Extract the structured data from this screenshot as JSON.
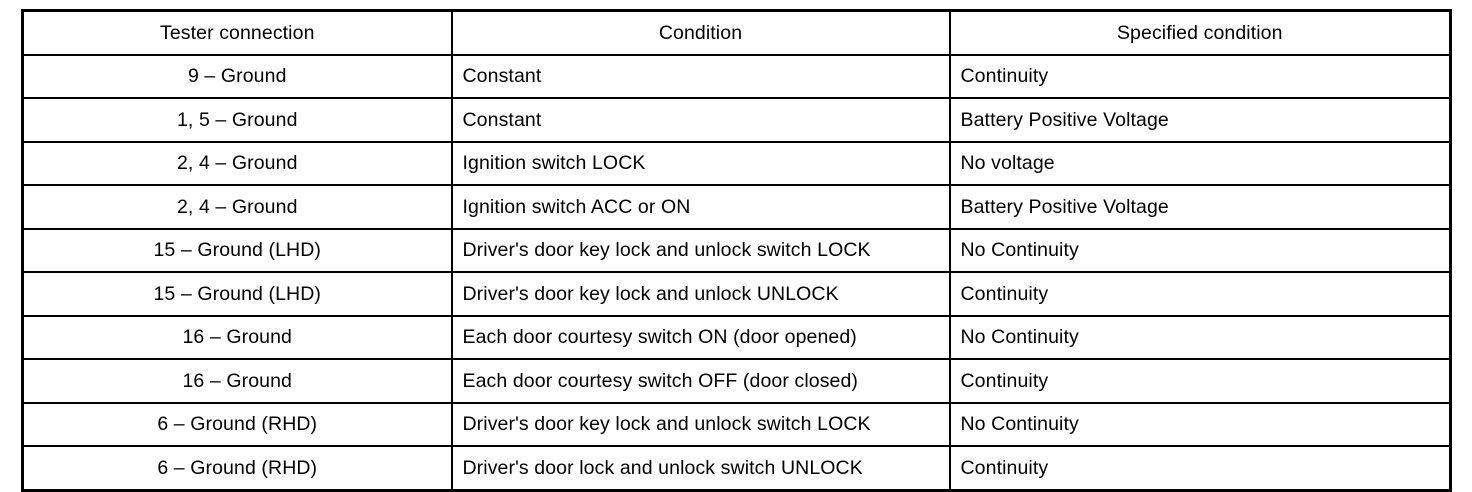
{
  "table": {
    "name": "electrical-spec-table",
    "columns": [
      {
        "key": "tester",
        "label": "Tester connection"
      },
      {
        "key": "condition",
        "label": "Condition"
      },
      {
        "key": "specified",
        "label": "Specified condition"
      }
    ],
    "rows": [
      {
        "tester": "9 – Ground",
        "condition": "Constant",
        "specified": "Continuity"
      },
      {
        "tester": "1, 5 – Ground",
        "condition": "Constant",
        "specified": "Battery Positive Voltage"
      },
      {
        "tester": "2, 4 – Ground",
        "condition": "Ignition switch LOCK",
        "specified": "No voltage"
      },
      {
        "tester": "2, 4 – Ground",
        "condition": "Ignition switch ACC or ON",
        "specified": "Battery Positive Voltage"
      },
      {
        "tester": "15 – Ground (LHD)",
        "condition": "Driver's door key lock and unlock switch LOCK",
        "specified": "No Continuity"
      },
      {
        "tester": "15 – Ground (LHD)",
        "condition": "Driver's door key lock and unlock UNLOCK",
        "specified": "Continuity"
      },
      {
        "tester": "16 – Ground",
        "condition": "Each door courtesy switch ON (door opened)",
        "specified": "No Continuity"
      },
      {
        "tester": "16 – Ground",
        "condition": "Each door courtesy switch OFF (door closed)",
        "specified": "Continuity"
      },
      {
        "tester": "6 – Ground (RHD)",
        "condition": "Driver's door key lock and unlock switch LOCK",
        "specified": "No Continuity"
      },
      {
        "tester": "6 – Ground (RHD)",
        "condition": "Driver's door lock and unlock switch UNLOCK",
        "specified": "Continuity"
      }
    ]
  },
  "colors": {
    "page_background": "#ffffff",
    "rule": "#000000",
    "text": "#000000"
  }
}
